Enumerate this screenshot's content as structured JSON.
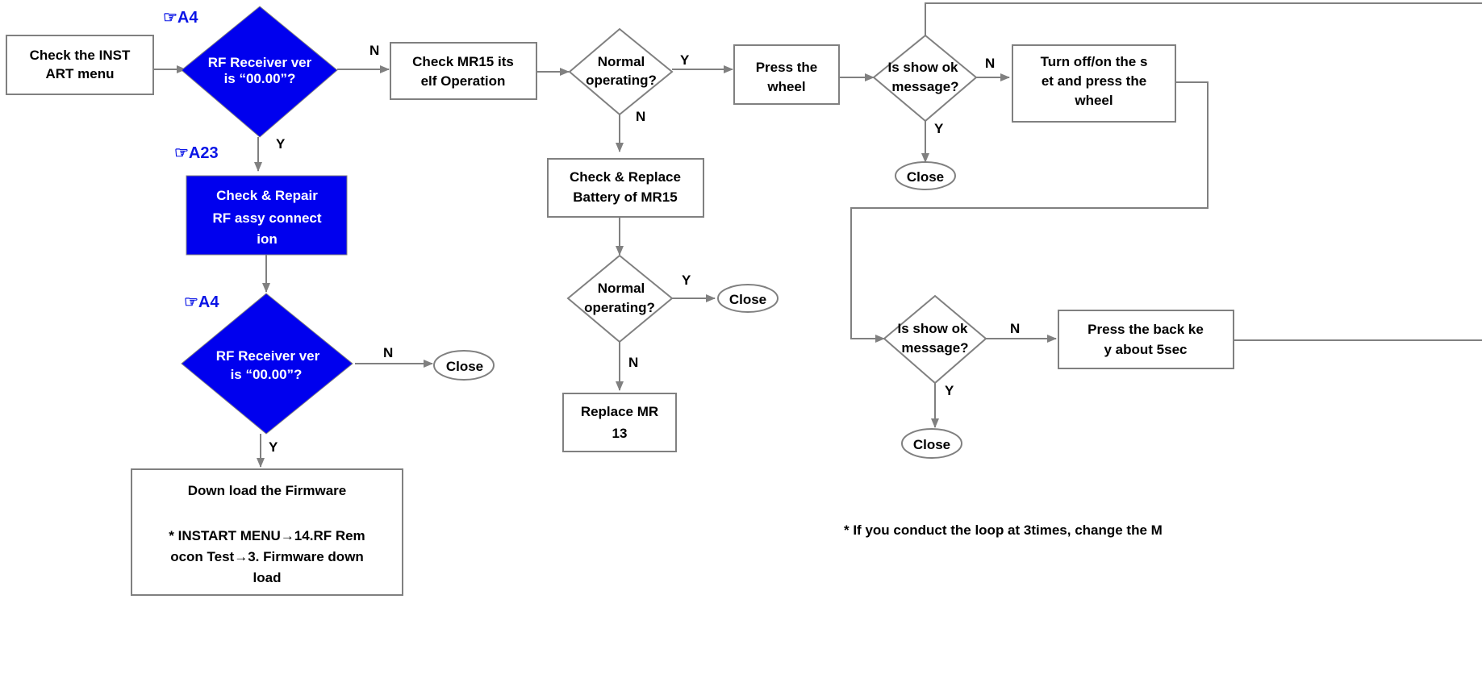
{
  "colors": {
    "process_fill": "#ffffff",
    "process_border": "#808080",
    "decision_blue": "#0000ee",
    "connector": "#808080",
    "reference_blue": "#0a14e6"
  },
  "refs": {
    "a4_top": "☞A4",
    "a23": "☞A23",
    "a4_bottom": "☞A4"
  },
  "nodes": {
    "check_inst_art": [
      "Check the INST",
      "ART menu"
    ],
    "rf_ver_top": [
      "RF Receiver ver",
      "is “00.00”?"
    ],
    "check_mr15": [
      "Check MR15 its",
      "elf Operation"
    ],
    "normal_op_1": [
      "Normal",
      "operating?"
    ],
    "press_wheel": [
      "Press the",
      "wheel"
    ],
    "show_ok_1": [
      "Is show ok",
      "message?"
    ],
    "turn_off_on": [
      "Turn off/on the s",
      "et and press the",
      "wheel"
    ],
    "close_1": "Close",
    "check_repair_rf": [
      "Check & Repair",
      "RF assy connect",
      "ion"
    ],
    "check_replace_battery": [
      "Check & Replace",
      "Battery of MR15"
    ],
    "normal_op_2": [
      "Normal",
      "operating?"
    ],
    "close_2": "Close",
    "rf_ver_bottom": [
      "RF Receiver ver",
      "is “00.00”?"
    ],
    "close_3": "Close",
    "replace_mr13": [
      "Replace MR",
      "13"
    ],
    "show_ok_2": [
      "Is show ok",
      "message?"
    ],
    "press_back_key": [
      "Press the back ke",
      "y about 5sec"
    ],
    "close_4": "Close",
    "download_firmware": {
      "title": "Down load the Firmware",
      "note": [
        "* INSTART MENU→14.RF Rem",
        "ocon  Test→3. Firmware down",
        "load"
      ]
    }
  },
  "edge_labels": {
    "n_rf_top": "N",
    "y_rf_top": "Y",
    "y_normal_1": "Y",
    "n_normal_1": "N",
    "n_show_ok_1": "N",
    "y_show_ok_1": "Y",
    "y_normal_2": "Y",
    "n_normal_2": "N",
    "n_rf_bottom": "N",
    "y_rf_bottom": "Y",
    "n_show_ok_2": "N",
    "y_show_ok_2": "Y"
  },
  "footnote": "* If you conduct the loop at 3times, change the M"
}
